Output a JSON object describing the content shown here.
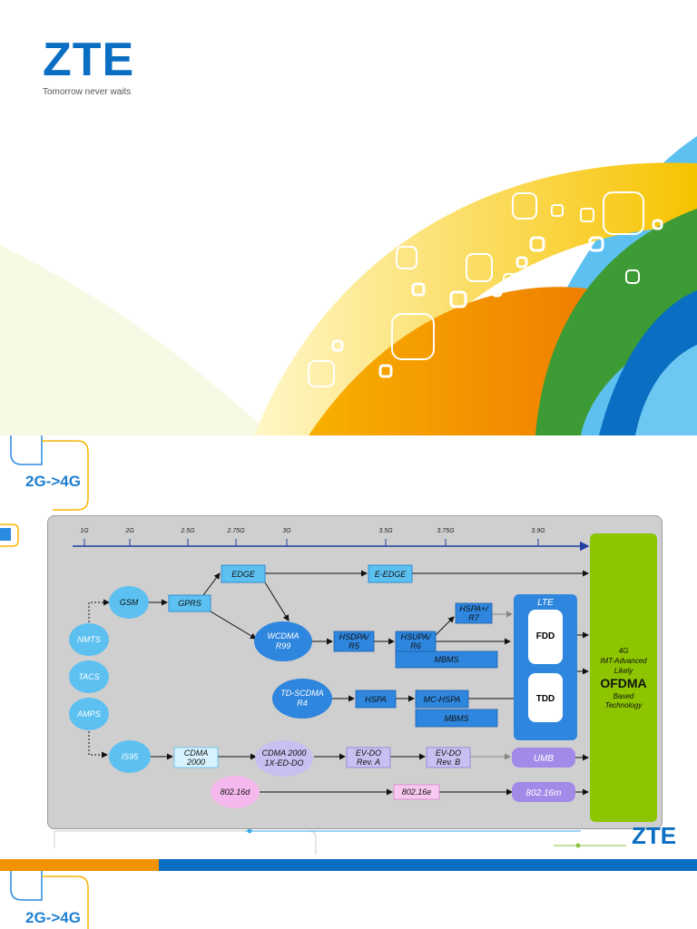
{
  "logo": {
    "brand": "ZTE",
    "tagline": "Tomorrow never waits"
  },
  "slide1": {
    "title": "2G->4G"
  },
  "slide2": {
    "title": "2G->4G"
  },
  "footer": {
    "brand": "ZTE"
  },
  "timeline": [
    "1G",
    "2G",
    "2.5G",
    "2.75G",
    "3G",
    "3.5G",
    "3.75G",
    "3.9G"
  ],
  "nodes": {
    "gsm": "GSM",
    "gprs": "GPRS",
    "edge": "EDGE",
    "eedge": "E-EDGE",
    "nmts": "NMTS",
    "tacs": "TACS",
    "amps": "AMPS",
    "wcdma1": "WCDMA",
    "wcdma2": "R99",
    "hsdpa1": "HSDPA/",
    "hsdpa2": "R5",
    "hsupa1": "HSUPA/",
    "hsupa2": "R6",
    "hspaplus1": "HSPA+/",
    "hspaplus2": "R7",
    "mbms1": "MBMS",
    "tdscdma1": "TD-SCDMA",
    "tdscdma2": "R4",
    "hspa": "HSPA",
    "mchspa": "MC-HSPA",
    "mbms2": "MBMS",
    "is95": "IS95",
    "cdma1": "CDMA",
    "cdma2": "2000",
    "cdma20001": "CDMA 2000",
    "cdma20002": "1X-ED-DO",
    "evdoa1": "EV-DO",
    "evdoa2": "Rev. A",
    "evdob1": "EV-DO",
    "evdob2": "Rev. B",
    "umb": "UMB",
    "w16d": "802.16d",
    "w16e": "802.16e",
    "w16m": "802.16m",
    "lte": "LTE",
    "fdd": "FDD",
    "tdd": "TDD"
  },
  "fourg": {
    "l1": "4G",
    "l2": "IMT-Advanced",
    "l3": "Likely",
    "l4": "OFDMA",
    "l5": "Based",
    "l6": "Technology"
  },
  "colors": {
    "brand_blue": "#0a6fc2",
    "yellow": "#f7c300",
    "green": "#8cc63f",
    "orange": "#f39200",
    "light_blue": "#5cc0f0"
  }
}
